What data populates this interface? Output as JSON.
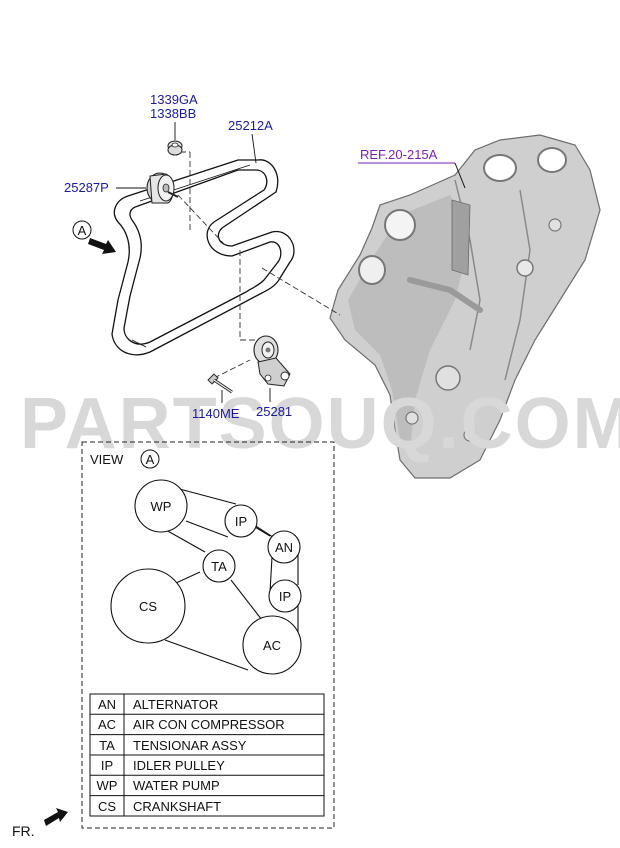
{
  "watermark": "PARTSOUQ.COM",
  "parts": {
    "p1339": "1339GA",
    "p1338": "1338BB",
    "p25212": "25212A",
    "p25287": "25287P",
    "p1140": "1140ME",
    "p25281": "25281",
    "ref": "REF.20-215A"
  },
  "view": {
    "label": "VIEW",
    "letter": "A",
    "callout_letter": "A"
  },
  "pulleys": {
    "wp": "WP",
    "ip_top": "IP",
    "an": "AN",
    "ta": "TA",
    "ip_right": "IP",
    "cs": "CS",
    "ac": "AC"
  },
  "legend": [
    {
      "code": "AN",
      "name": "ALTERNATOR"
    },
    {
      "code": "AC",
      "name": "AIR CON COMPRESSOR"
    },
    {
      "code": "TA",
      "name": "TENSIONAR ASSY"
    },
    {
      "code": "IP",
      "name": "IDLER PULLEY"
    },
    {
      "code": "WP",
      "name": "WATER PUMP"
    },
    {
      "code": "CS",
      "name": "CRANKSHAFT"
    }
  ],
  "footer": {
    "front": "FR."
  },
  "colors": {
    "part_number": "#1a1aa8",
    "reference": "#7a22b8",
    "line": "#111111",
    "watermark": "#d8d8d8",
    "cover_fill": "#c9c9c9"
  }
}
